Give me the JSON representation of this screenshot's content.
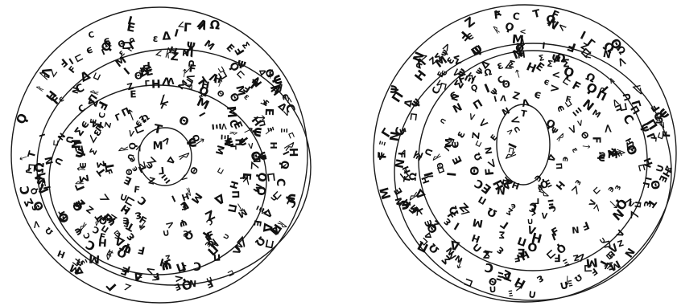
{
  "figure": {
    "ink_color": "#111111",
    "paper_color": "#ffffff",
    "discs": [
      {
        "id": "left-disc",
        "ring_count": 4
      },
      {
        "id": "right-disc",
        "ring_count": 4
      }
    ]
  }
}
